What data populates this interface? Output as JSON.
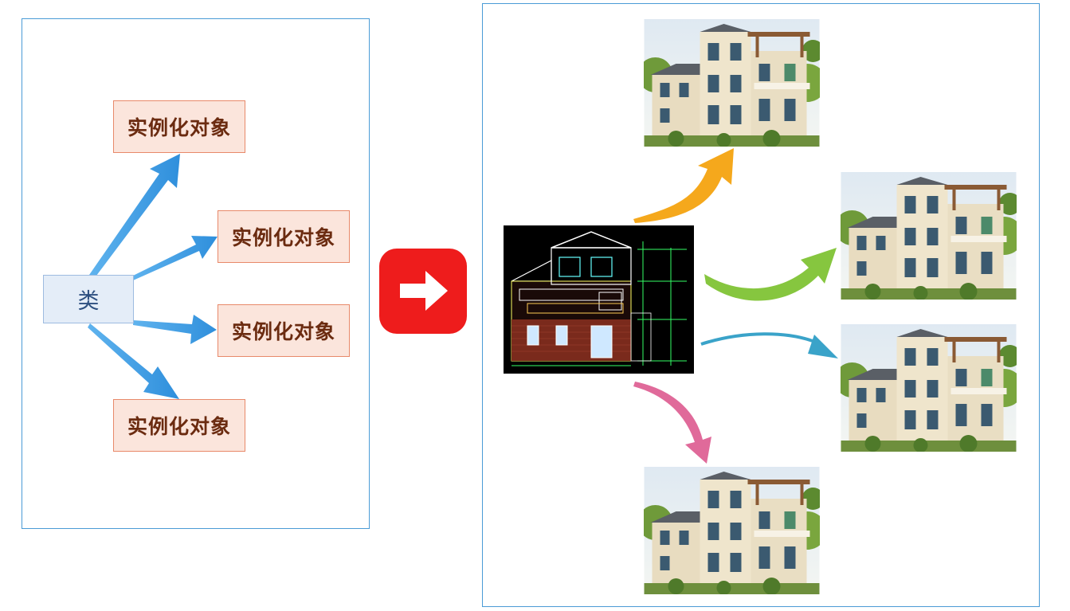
{
  "left": {
    "class_label": "类",
    "objects": [
      "实例化对象",
      "实例化对象",
      "实例化对象",
      "实例化对象"
    ]
  },
  "middle": {
    "icon": "right-arrow-icon",
    "color": "#ee1c1c"
  },
  "right": {
    "blueprint_icon": "house-blueprint-icon",
    "house_image_icon": "house-photo-icon",
    "arrow_colors": [
      "#f5a81c",
      "#86c63f",
      "#3aa3c9",
      "#e06a9a"
    ]
  },
  "colors": {
    "panel_border": "#4a9bd6",
    "left_arrow": "#3a97e0"
  }
}
